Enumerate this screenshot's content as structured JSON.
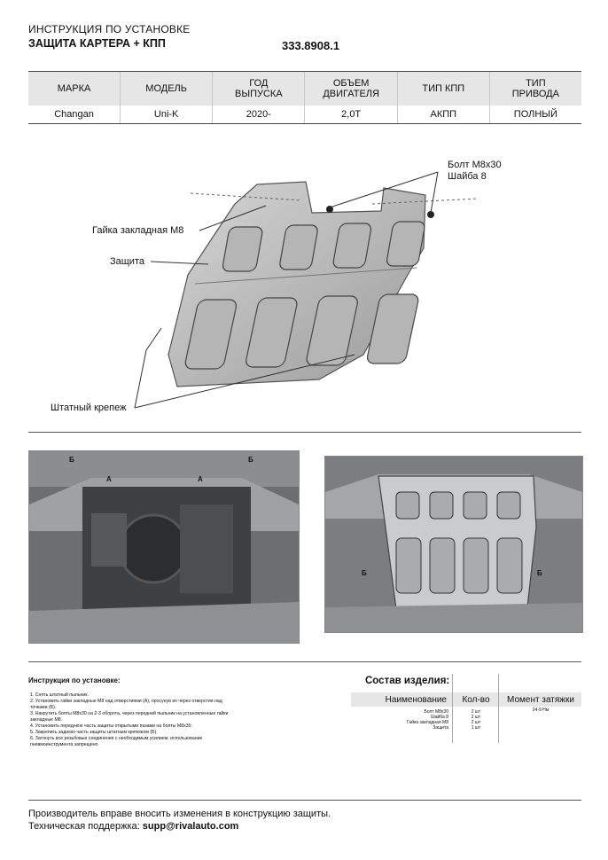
{
  "header": {
    "line1": "ИНСТРУКЦИЯ ПО УСТАНОВКЕ",
    "line2": "ЗАЩИТА КАРТЕРА + КПП",
    "code": "333.8908.1"
  },
  "spec_table": {
    "headers": [
      [
        "МАРКА",
        ""
      ],
      [
        "МОДЕЛЬ",
        ""
      ],
      [
        "ГОД",
        "ВЫПУСКА"
      ],
      [
        "ОБЪЕМ",
        "ДВИГАТЕЛЯ"
      ],
      [
        "ТИП КПП",
        ""
      ],
      [
        "ТИП",
        "ПРИВОДА"
      ]
    ],
    "row": [
      "Changan",
      "Uni-K",
      "2020-",
      "2,0Т",
      "АКПП",
      "ПОЛНЫЙ"
    ]
  },
  "diagram": {
    "callout_bolt": "Болт М8х30",
    "callout_washer": "Шайба 8",
    "callout_nut": "Гайка закладная М8",
    "callout_guard": "Защита",
    "callout_mount": "Штатный крепеж"
  },
  "photos": {
    "left_labels": [
      "Б",
      "А",
      "А",
      "Б"
    ],
    "right_labels": [
      "Б",
      "Б"
    ]
  },
  "instructions": {
    "title": "Инструкция по установке:",
    "steps": [
      "1. Снять штатный пыльник.",
      "2. Установить гайки закладные М8 над отверстиями (А), просунув их через отверстия над",
      "точками (Б).",
      "3. Накрутить болты М8х30 на 2-3 оборота, через передний пыльник на установленные гайки",
      "закладные М8.",
      "4. Установить переднюю часть защиты открытыми пазами на болты М8х30.",
      "5. Закрепить заднюю часть защиты штатным крепежом (Б).",
      "6. Затянуть все резьбовые соединения с необходимым усилием, использование",
      "пневмоинструмента запрещено"
    ]
  },
  "parts": {
    "title": "Состав изделия:",
    "col_name": "Наименование",
    "col_qty": "Кол-во",
    "col_torque": "Момент затяжки",
    "rows": [
      {
        "name": "Болт М8х30",
        "qty": "2 шт",
        "torque": "24-9 Нм"
      },
      {
        "name": "Шайба 8",
        "qty": "2 шт",
        "torque": ""
      },
      {
        "name": "Гайка закладная М8",
        "qty": "2 шт",
        "torque": ""
      },
      {
        "name": "Защита",
        "qty": "1 шт",
        "torque": ""
      }
    ]
  },
  "footer": {
    "line1": "Производитель вправе вносить изменения в конструкцию защиты.",
    "support_label": "Техническая поддержка:",
    "support_email": "supp@rivalauto.com"
  }
}
